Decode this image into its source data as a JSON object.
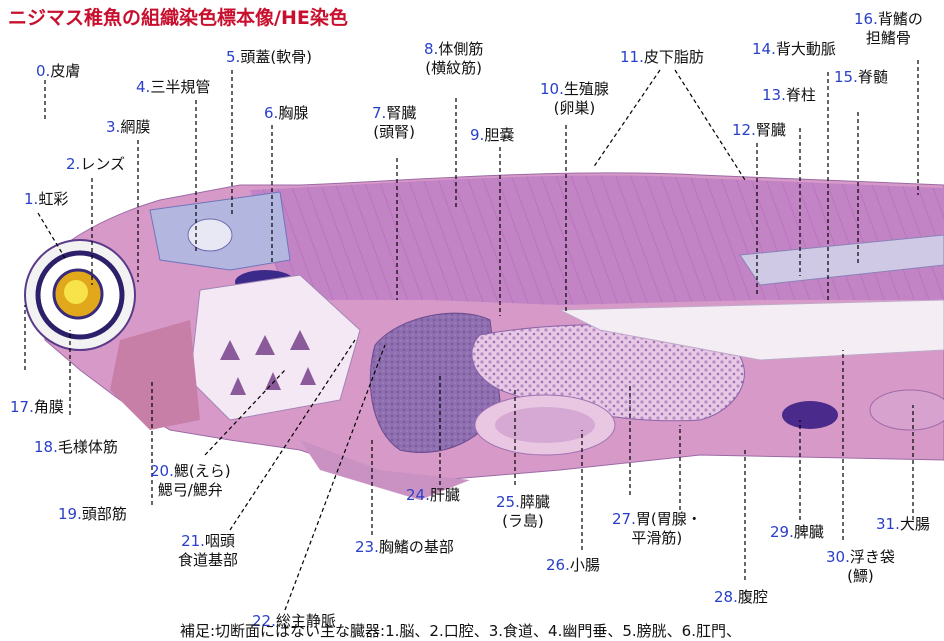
{
  "title": "ニジマス稚魚の組織染色標本像/HE染色",
  "colors": {
    "title": "#c8102e",
    "number": "#2940c8",
    "tissue_pink": "#d79ac8",
    "muscle": "#b56fbf",
    "stain_dark": "#4a2a8a"
  },
  "labels": [
    {
      "num": "0.",
      "text": "皮膚"
    },
    {
      "num": "1.",
      "text": "虹彩"
    },
    {
      "num": "2.",
      "text": "レンズ"
    },
    {
      "num": "3.",
      "text": "網膜"
    },
    {
      "num": "4.",
      "text": "三半規管"
    },
    {
      "num": "5.",
      "text": "頭蓋(軟骨)"
    },
    {
      "num": "6.",
      "text": "胸腺"
    },
    {
      "num": "7.",
      "text": "腎臓",
      "text2": "(頭腎)"
    },
    {
      "num": "8.",
      "text": "体側筋",
      "text2": "(横紋筋)"
    },
    {
      "num": "9.",
      "text": "胆嚢"
    },
    {
      "num": "10.",
      "text": "生殖腺",
      "text2": "(卵巣)"
    },
    {
      "num": "11.",
      "text": "皮下脂肪"
    },
    {
      "num": "12.",
      "text": "腎臓"
    },
    {
      "num": "13.",
      "text": "脊柱"
    },
    {
      "num": "14.",
      "text": "背大動脈"
    },
    {
      "num": "15.",
      "text": "脊髄"
    },
    {
      "num": "16.",
      "text": "背鰭の",
      "text2": "担鰭骨"
    },
    {
      "num": "17.",
      "text": "角膜"
    },
    {
      "num": "18.",
      "text": "毛様体筋"
    },
    {
      "num": "19.",
      "text": "頭部筋"
    },
    {
      "num": "20.",
      "text": "鰓(えら)",
      "text2": "鰓弓/鰓弁"
    },
    {
      "num": "21.",
      "text": "咽頭",
      "text2": "食道基部"
    },
    {
      "num": "22.",
      "text": "総主静脈"
    },
    {
      "num": "23.",
      "text": "胸鰭の基部"
    },
    {
      "num": "24.",
      "text": "肝臓"
    },
    {
      "num": "25.",
      "text": "膵臓",
      "text2": "(ラ島)"
    },
    {
      "num": "26.",
      "text": "小腸"
    },
    {
      "num": "27.",
      "text": "胃(胃腺・",
      "text2": "平滑筋)"
    },
    {
      "num": "28.",
      "text": "腹腔"
    },
    {
      "num": "29.",
      "text": "脾臓"
    },
    {
      "num": "30.",
      "text": "浮き袋",
      "text2": "(鰾)"
    },
    {
      "num": "31.",
      "text": "大腸"
    }
  ],
  "footnote": "補足:切断面にはない主な臓器:1.脳、2.口腔、3.食道、4.幽門垂、5.膀胱、6.肛門、"
}
